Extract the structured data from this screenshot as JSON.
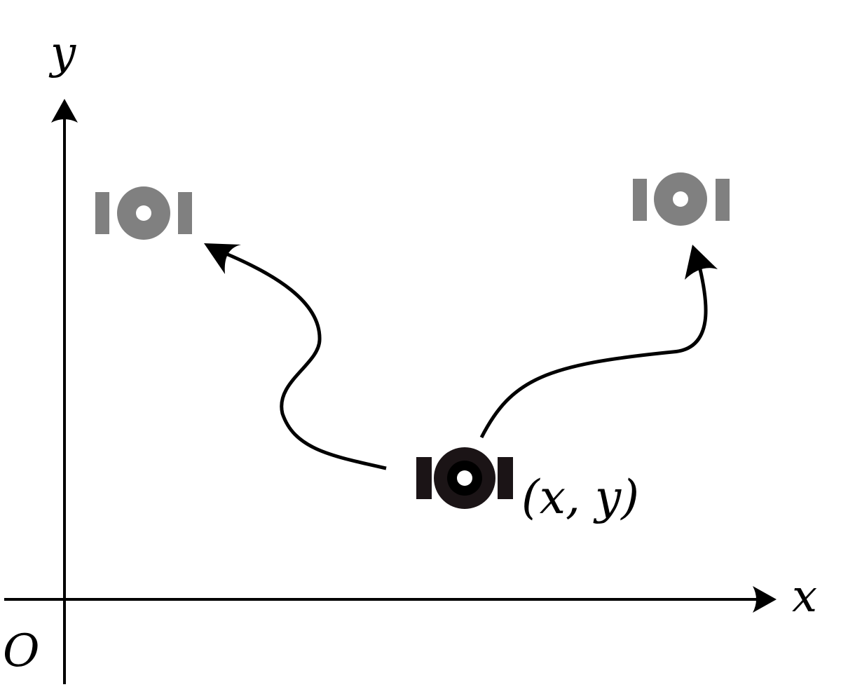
{
  "axes": {
    "x_label": "x",
    "y_label": "y",
    "origin_label": "O"
  },
  "robot": {
    "position_label": "(x, y)"
  },
  "colors": {
    "robot_current_outer": "#000000",
    "robot_current_ring": "#1b1416",
    "robot_target": "#808080",
    "background": "#ffffff",
    "stroke": "#000000"
  },
  "icons": {
    "robot": "wheeled-robot-top-view-icon",
    "arrow_head": "arrowhead-icon"
  }
}
